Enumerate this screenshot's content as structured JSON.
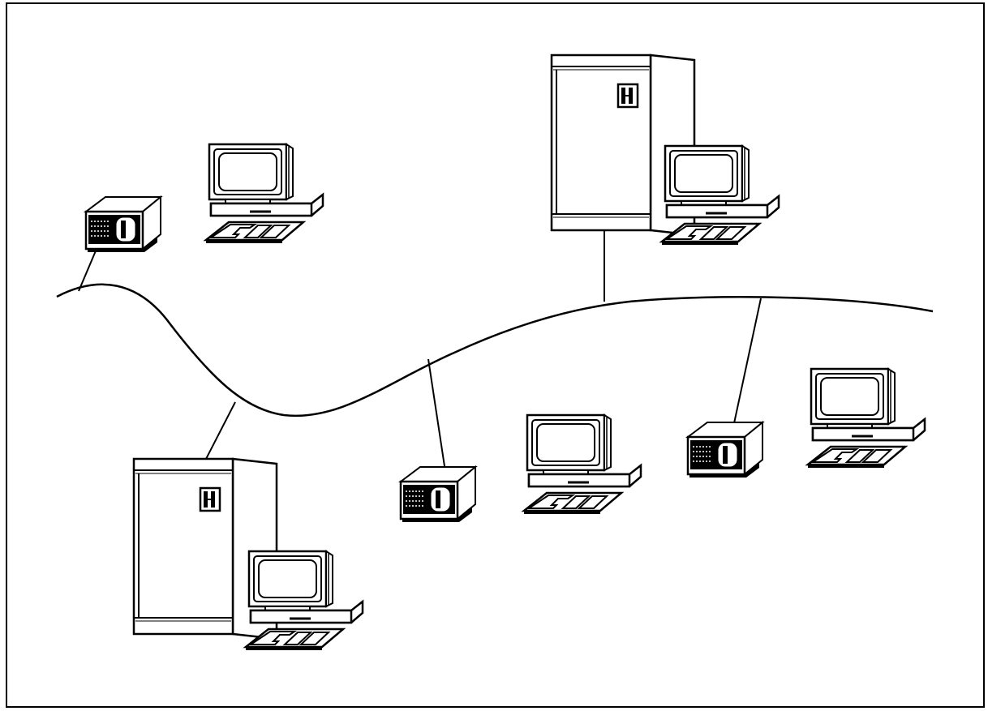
{
  "diagram": {
    "type": "network-topology",
    "colors": {
      "ink": "#000000",
      "paper": "#ffffff",
      "screen_shade": "#d0d0d0"
    },
    "nodes": [
      {
        "id": "disk-1",
        "kind": "storage-drive",
        "icon": "disk-drive-icon"
      },
      {
        "id": "terminal-1",
        "kind": "workstation",
        "icon": "workstation-icon"
      },
      {
        "id": "mainframe-1",
        "kind": "mainframe",
        "icon": "mainframe-icon"
      },
      {
        "id": "terminal-2",
        "kind": "workstation",
        "icon": "workstation-icon"
      },
      {
        "id": "mainframe-2",
        "kind": "mainframe",
        "icon": "mainframe-icon"
      },
      {
        "id": "terminal-3",
        "kind": "workstation",
        "icon": "workstation-icon"
      },
      {
        "id": "disk-2",
        "kind": "storage-drive",
        "icon": "disk-drive-icon"
      },
      {
        "id": "terminal-4",
        "kind": "workstation",
        "icon": "workstation-icon"
      },
      {
        "id": "disk-3",
        "kind": "storage-drive",
        "icon": "disk-drive-icon"
      },
      {
        "id": "terminal-5",
        "kind": "workstation",
        "icon": "workstation-icon"
      }
    ],
    "connections": [
      {
        "from": "disk-1",
        "to": "network-bus"
      },
      {
        "from": "mainframe-1",
        "to": "network-bus"
      },
      {
        "from": "mainframe-2",
        "to": "network-bus"
      },
      {
        "from": "disk-2",
        "to": "network-bus"
      },
      {
        "from": "disk-3",
        "to": "network-bus"
      }
    ]
  }
}
